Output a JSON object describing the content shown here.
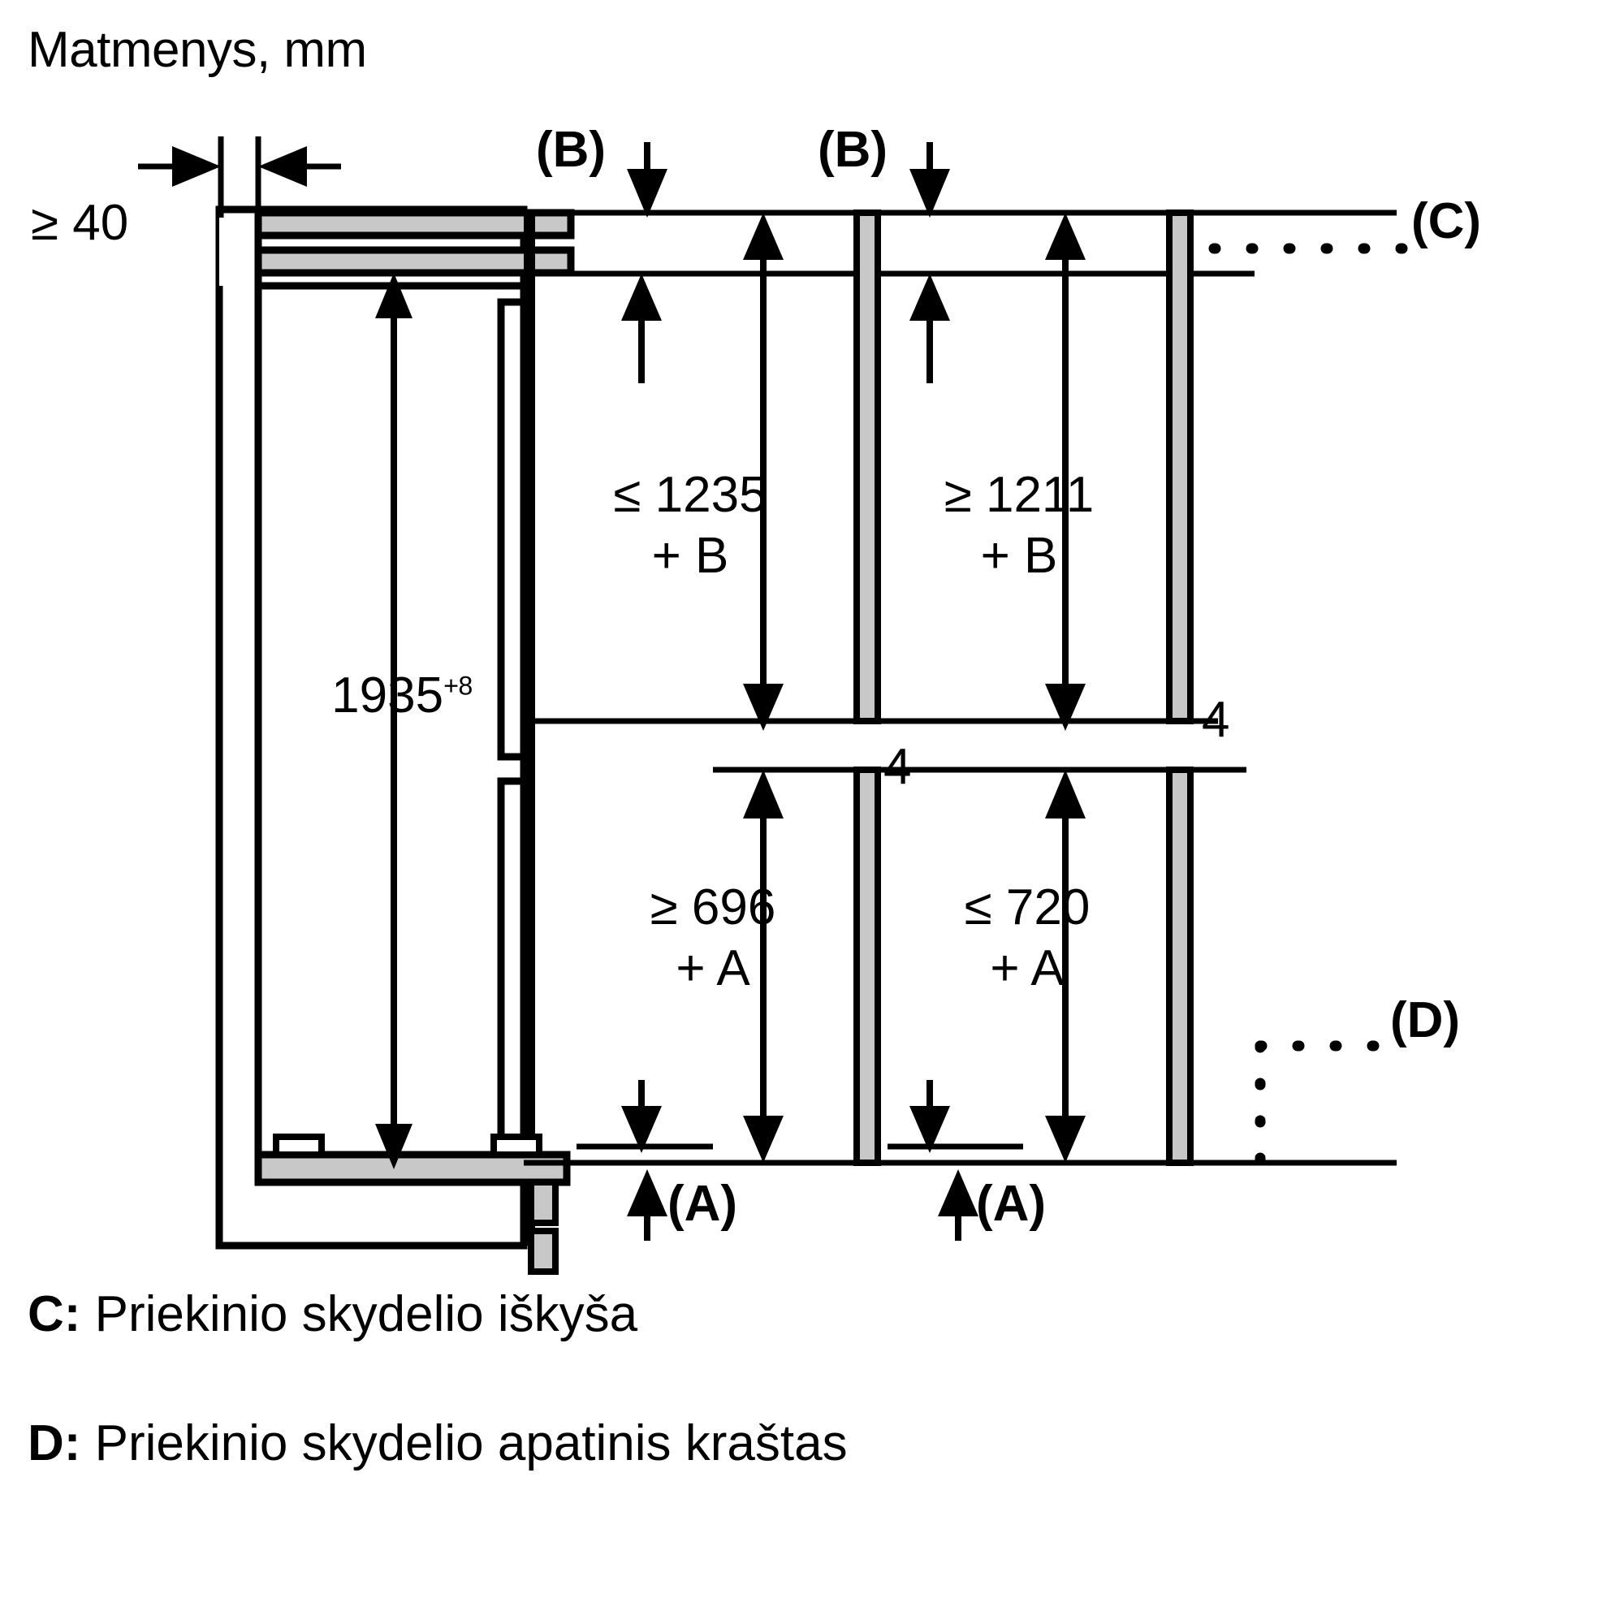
{
  "title": "Matmenys, mm",
  "diagram": {
    "type": "installation-dimension-drawing",
    "unit": "mm",
    "appliance": "built-in tall refrigerator niche dimensions"
  },
  "labels": {
    "depth_min": "≥ 40",
    "appliance_height": "1935",
    "appliance_height_tolerance": "+8",
    "upper_left": "≤ 1235",
    "upper_left_2": "+ B",
    "upper_right": "≥ 1211",
    "upper_right_2": "+ B",
    "lower_left": "≥ 696",
    "lower_left_2": "+ A",
    "lower_right": "≤ 720",
    "lower_right_2": "+ A",
    "gap_left": "4",
    "gap_right": "4",
    "marker_b_left": "(B)",
    "marker_b_right": "(B)",
    "marker_a_left": "(A)",
    "marker_a_right": "(A)",
    "marker_c": "(C)",
    "marker_d": "(D)"
  },
  "legend": [
    {
      "key": "C:",
      "text": " Priekinio skydelio iškyša"
    },
    {
      "key": "D:",
      "text": " Priekinio skydelio apatinis kraštas"
    }
  ],
  "colors": {
    "stroke": "#000000",
    "background": "#ffffff",
    "panel_fill": "#c8c8c8"
  }
}
